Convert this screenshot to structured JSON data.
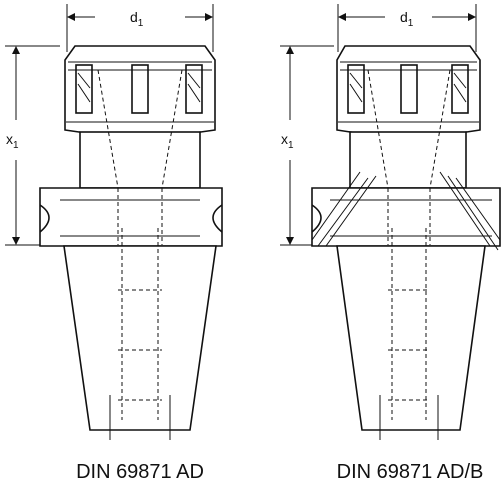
{
  "figures": [
    {
      "id": "ad",
      "dimension_top": "d",
      "dimension_top_sub": "1",
      "dimension_side": "x",
      "dimension_side_sub": "1",
      "caption": "DIN 69871 AD"
    },
    {
      "id": "adb",
      "dimension_top": "d",
      "dimension_top_sub": "1",
      "dimension_side": "x",
      "dimension_side_sub": "1",
      "caption": "DIN 69871 AD/B"
    }
  ]
}
